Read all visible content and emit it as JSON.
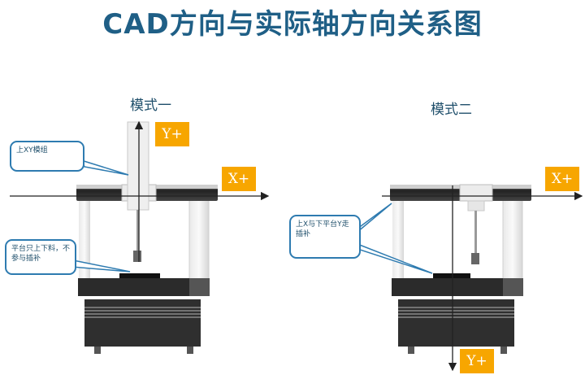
{
  "title": "CAD方向与实际轴方向关系图",
  "mode_one": {
    "label": "模式一",
    "y_axis_label": "Y+",
    "x_axis_label": "X+",
    "callout_top": "上XY模组",
    "callout_bottom": "平台只上下料，不参与插补"
  },
  "mode_two": {
    "label": "模式二",
    "x_axis_label": "X+",
    "y_axis_label": "Y+",
    "callout": "上X与下平台Y走插补"
  },
  "colors": {
    "title": "#1f5f86",
    "axis_badge": "#f7a600",
    "callout_border": "#2e7bb0",
    "machine_dark": "#2b2b2b"
  }
}
